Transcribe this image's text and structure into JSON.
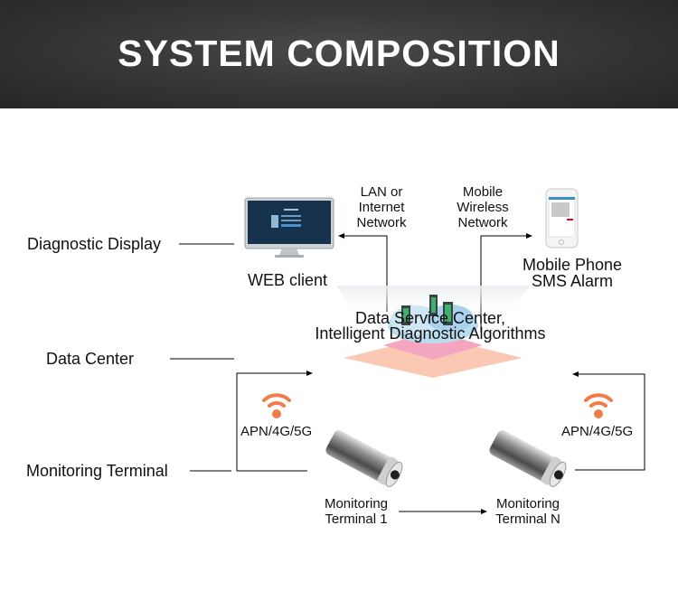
{
  "header": {
    "title": "SYSTEM COMPOSITION"
  },
  "layers": {
    "diagnostic_display": "Diagnostic Display",
    "data_center": "Data Center",
    "monitoring_terminal": "Monitoring Terminal"
  },
  "nodes": {
    "web_client": {
      "label": "WEB client",
      "icon": "monitor-icon"
    },
    "mobile_phone": {
      "line1": "Mobile Phone",
      "line2": "SMS Alarm",
      "icon": "smartphone-icon"
    },
    "data_service": {
      "line1": "Data Service Center,",
      "line2": "Intelligent Diagnostic Algorithms",
      "icon": "cloud-server-icon"
    },
    "terminal_1": {
      "line1": "Monitoring",
      "line2": "Terminal 1",
      "icon": "sensor-device-icon"
    },
    "terminal_n": {
      "line1": "Monitoring",
      "line2": "Terminal N",
      "icon": "sensor-device-icon"
    }
  },
  "links": {
    "lan": {
      "line1": "LAN or",
      "line2": "Internet",
      "line3": "Network"
    },
    "mobile": {
      "line1": "Mobile",
      "line2": "Wireless",
      "line3": "Network"
    },
    "apn_left": {
      "label": "APN/4G/5G",
      "icon": "wifi-icon"
    },
    "apn_right": {
      "label": "APN/4G/5G",
      "icon": "wifi-icon"
    }
  },
  "colors": {
    "header_bg": "#333333",
    "wifi": "#f07c4a",
    "platform_pink": "#f4a6c0",
    "platform_peach": "#fbc9b3"
  }
}
